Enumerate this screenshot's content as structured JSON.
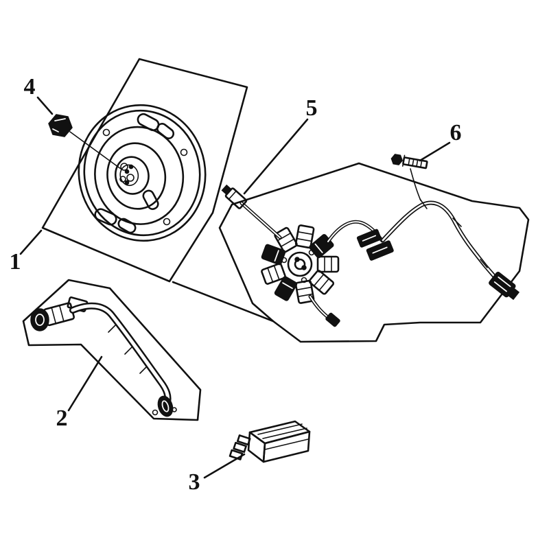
{
  "diagram": {
    "background_color": "#ffffff",
    "line_color": "#111111",
    "labels": [
      "1",
      "2",
      "3",
      "4",
      "5",
      "6"
    ]
  }
}
